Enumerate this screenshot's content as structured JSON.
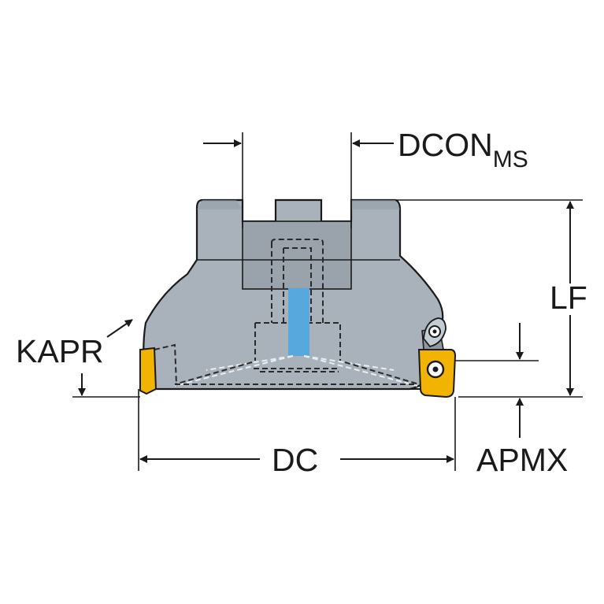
{
  "labels": {
    "dcon": "DCON",
    "dcon_sub": "MS",
    "lf": "LF",
    "kapr": "KAPR",
    "dc": "DC",
    "apmx": "APMX"
  },
  "colors": {
    "body": "#a9b2bb",
    "body_dark": "#8e979f",
    "coolant": "#57a8dd",
    "insert": "#f2b400",
    "line": "#1a1a1a"
  }
}
